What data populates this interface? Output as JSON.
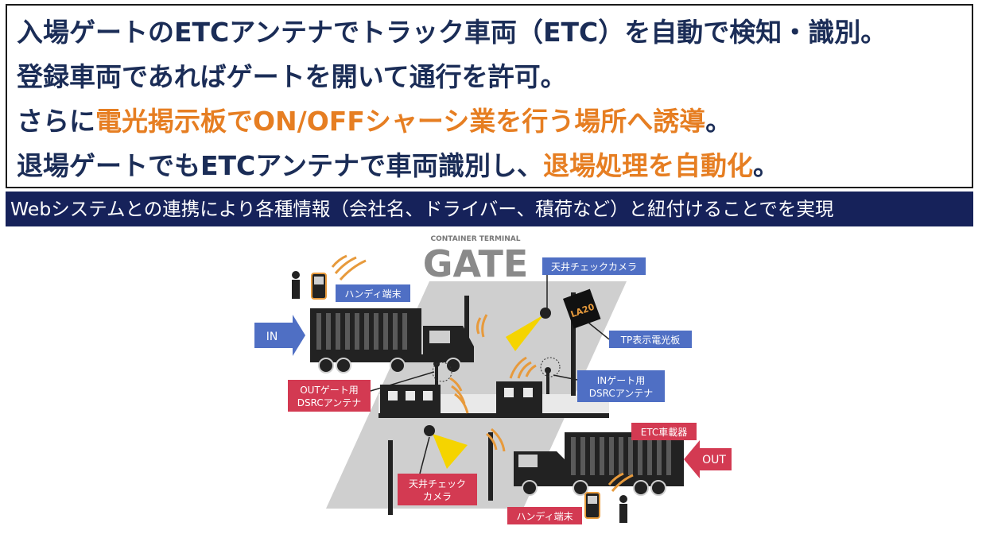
{
  "lines": {
    "l1": "入場ゲートのETCアンテナでトラック車両（ETC）を自動で検知・識別。",
    "l2": "登録車両であればゲートを開いて通行を許可。",
    "l3_prefix": "さらに",
    "l3_highlight": "電光掲示板でON/OFFシャーシ業を行う場所へ誘導",
    "l3_suffix": "。",
    "l4_prefix": "退場ゲートでもETCアンテナで車両識別し、",
    "l4_highlight": "退場処理を自動化",
    "l4_suffix": "。"
  },
  "banner": "Webシステムとの連携により各種情報（会社名、ドライバー、積荷など）と紐付けることでを実現",
  "diagram": {
    "header_small": "CONTAINER TERMINAL",
    "header_big": "GATE",
    "labels": {
      "handy_top": "ハンディ端末",
      "ceiling_cam_top": "天井チェックカメラ",
      "tp_board": "TP表示電光板",
      "led_text": "LA20",
      "in_arrow": "IN",
      "out_arrow": "OUT",
      "out_antenna_1": "OUTゲート用",
      "out_antenna_2": "DSRCアンテナ",
      "in_antenna_1": "INゲート用",
      "in_antenna_2": "DSRCアンテナ",
      "etc_device": "ETC車載器",
      "ceiling_cam_bottom_1": "天井チェック",
      "ceiling_cam_bottom_2": "カメラ",
      "handy_bottom": "ハンディ端末"
    },
    "colors": {
      "blue_label": "#4f6fc4",
      "red_label": "#d33a52",
      "orange_wave": "#e79a3c",
      "yellow_beam": "#f5d400",
      "text_dark": "#1b2d57",
      "highlight": "#e67e22",
      "banner_bg": "#16225a"
    }
  }
}
